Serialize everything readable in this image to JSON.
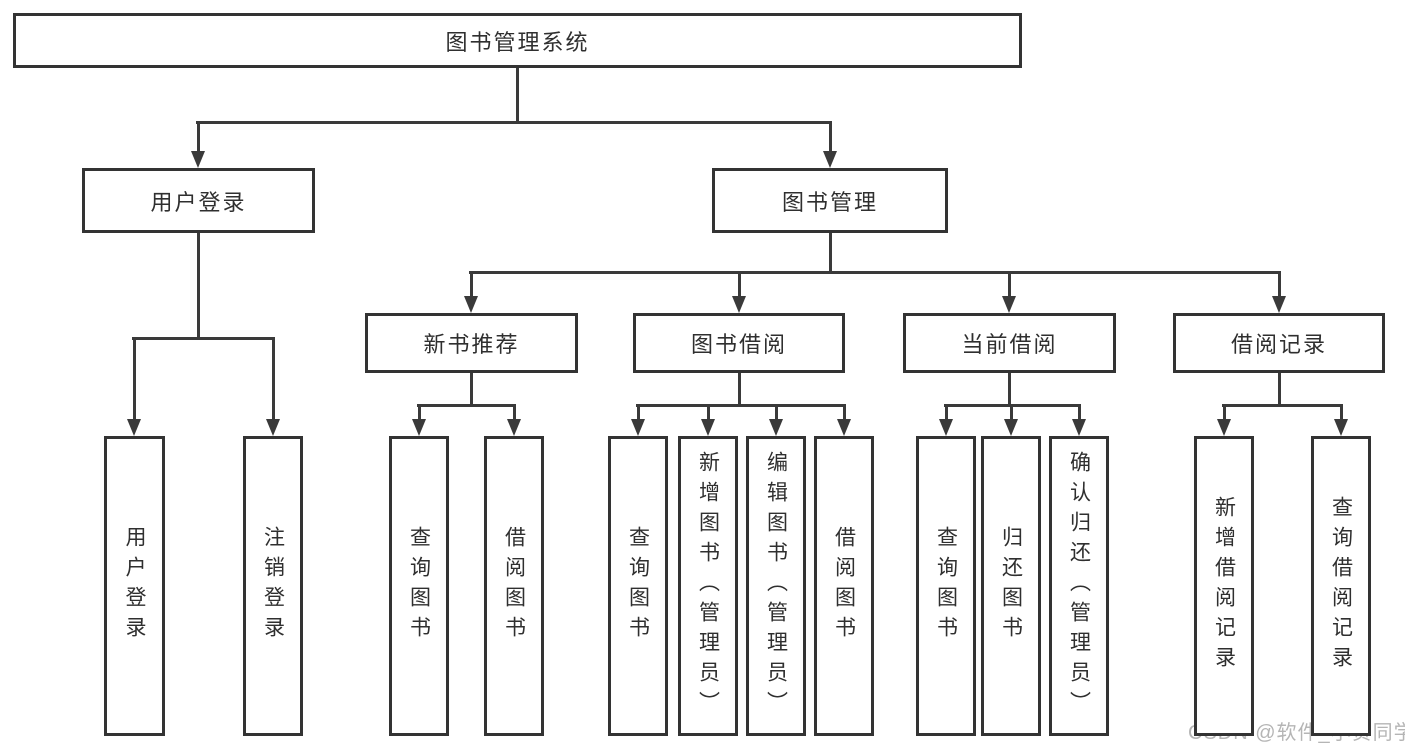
{
  "nodes": {
    "root": {
      "label": "图书管理系统"
    },
    "level2": [
      {
        "label": "用户登录"
      },
      {
        "label": "图书管理"
      }
    ],
    "level3": [
      {
        "label": "新书推荐"
      },
      {
        "label": "图书借阅"
      },
      {
        "label": "当前借阅"
      },
      {
        "label": "借阅记录"
      }
    ],
    "leaves": [
      {
        "label": "用户登录"
      },
      {
        "label": "注销登录"
      },
      {
        "label": "查询图书"
      },
      {
        "label": "借阅图书"
      },
      {
        "label": "查询图书"
      },
      {
        "label": "新增图书（管理员）"
      },
      {
        "label": "编辑图书（管理员）"
      },
      {
        "label": "借阅图书"
      },
      {
        "label": "查询图书"
      },
      {
        "label": "归还图书"
      },
      {
        "label": "确认归还（管理员）"
      },
      {
        "label": "新增借阅记录"
      },
      {
        "label": "查询借阅记录"
      }
    ]
  },
  "hierarchy": {
    "图书管理系统": {
      "用户登录": [
        "用户登录",
        "注销登录"
      ],
      "图书管理": {
        "新书推荐": [
          "查询图书",
          "借阅图书"
        ],
        "图书借阅": [
          "查询图书",
          "新增图书（管理员）",
          "编辑图书（管理员）",
          "借阅图书"
        ],
        "当前借阅": [
          "查询图书",
          "归还图书",
          "确认归还（管理员）"
        ],
        "借阅记录": [
          "新增借阅记录",
          "查询借阅记录"
        ]
      }
    }
  },
  "watermark": {
    "text": "CSDN @软件_小贺同学"
  },
  "colors": {
    "line": "#3a3a3a",
    "box_border": "#333333",
    "text": "#2f2f2f",
    "watermark": "#b5b5b5",
    "background": "#ffffff"
  }
}
